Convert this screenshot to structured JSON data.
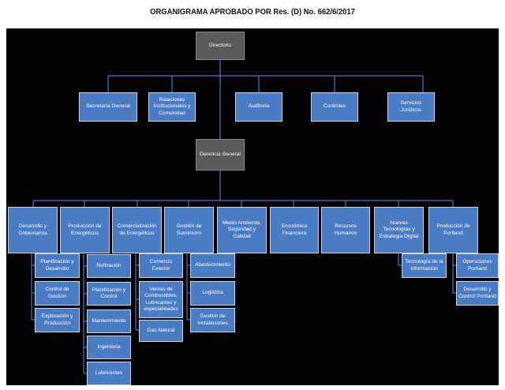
{
  "title": "ORGANIGRAMA APROBADO POR Res. (D) No. 662/6/2017",
  "top": "Directorio",
  "staff": [
    "Secretaría General",
    "Relaciones Institucionales y Comunidad",
    "Auditoría",
    "Controles",
    "Servicios Jurídicos"
  ],
  "middle": "Gerencia General",
  "divisions": [
    {
      "label": "Desarrollo y Gobernanza",
      "children": [
        "Planificación y Desarrollo",
        "Control de Gestión",
        "Exploración y Producción"
      ]
    },
    {
      "label": "Producción de Energéticos",
      "children": [
        "Refinación",
        "Planificación y Control",
        "Mantenimiento",
        "Ingeniería",
        "Lubricantes"
      ]
    },
    {
      "label": "Comercialización de Energéticos",
      "children": [
        "Comercio Exterior",
        "Ventas de Combustibles, Lubricantes y especialidades",
        "Gas Natural"
      ]
    },
    {
      "label": "Gestión de Suministro",
      "children": [
        "Abastecimiento",
        "Logística",
        "Gestión de Instalaciones"
      ]
    },
    {
      "label": "Medio Ambiente, Seguridad y Calidad",
      "children": []
    },
    {
      "label": "Económico Financiera",
      "children": []
    },
    {
      "label": "Recursos Humanos",
      "children": []
    },
    {
      "label": "Nuevas Tecnologías y Estrategia Digital",
      "children": [
        "Tecnología de la Información"
      ]
    },
    {
      "label": "Producción de Portland",
      "children": [
        "Operaciones Portland",
        "Desarrollo y Control Portland"
      ]
    }
  ],
  "colors": {
    "box": "#4a7cc4",
    "executive": "#595959",
    "connector": "#4a7cc4",
    "background": "#000000"
  }
}
